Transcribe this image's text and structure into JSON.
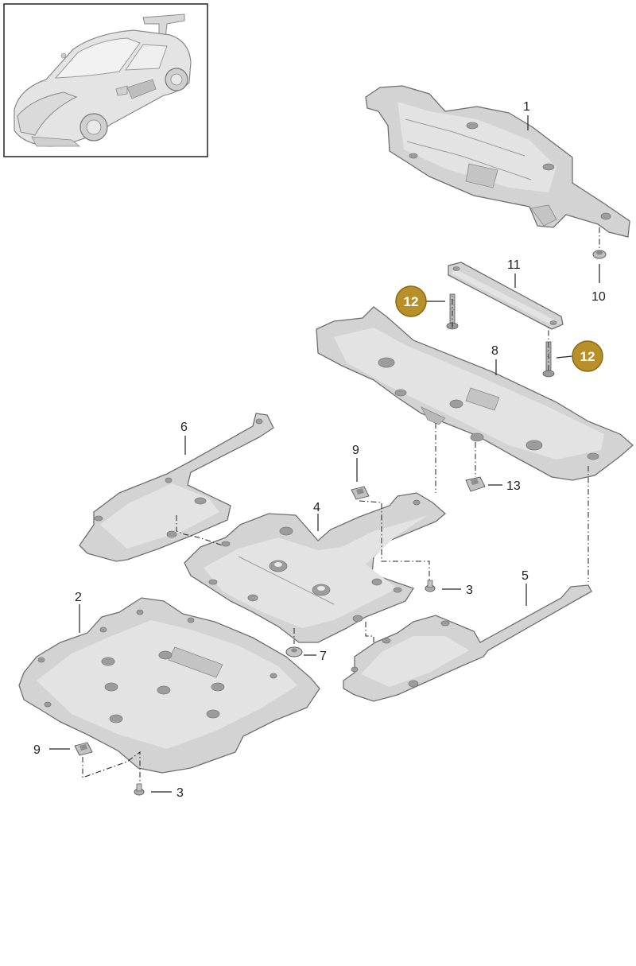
{
  "colors": {
    "badge_fill": "#b8902a",
    "badge_stroke": "#8a6a15",
    "panel": "#d3d3d3",
    "line": "#222222"
  },
  "callouts": {
    "c1": "1",
    "c2": "2",
    "c3a": "3",
    "c3b": "3",
    "c4": "4",
    "c5": "5",
    "c6": "6",
    "c7": "7",
    "c8": "8",
    "c9a": "9",
    "c9b": "9",
    "c10": "10",
    "c11": "11",
    "c12a": "12",
    "c12b": "12",
    "c13": "13"
  },
  "thumbnail": {
    "icon": "car-thumbnail-icon"
  }
}
